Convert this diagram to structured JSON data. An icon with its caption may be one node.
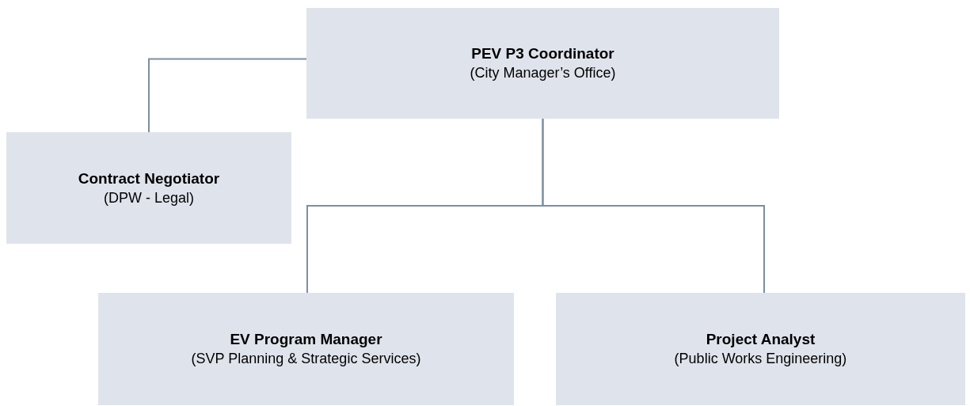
{
  "diagram": {
    "nodes": [
      {
        "text": [
          "PEV P3 Coordinator",
          "(City Manager’s Office)"
        ]
      },
      {
        "text": [
          "Contract Negotiator",
          "(DPW - Legal)"
        ]
      },
      {
        "text": [
          "EV Program Manager",
          "(SVP Planning & Strategic Services)"
        ]
      },
      {
        "text": [
          "Project Analyst",
          "(Public Works Engineering)"
        ]
      }
    ],
    "edges": [
      {
        "from": 0,
        "to": 1,
        "arrow": "none"
      },
      {
        "from": 0,
        "to": 2,
        "arrow": "none"
      },
      {
        "from": 0,
        "to": 3,
        "arrow": "none"
      }
    ]
  }
}
